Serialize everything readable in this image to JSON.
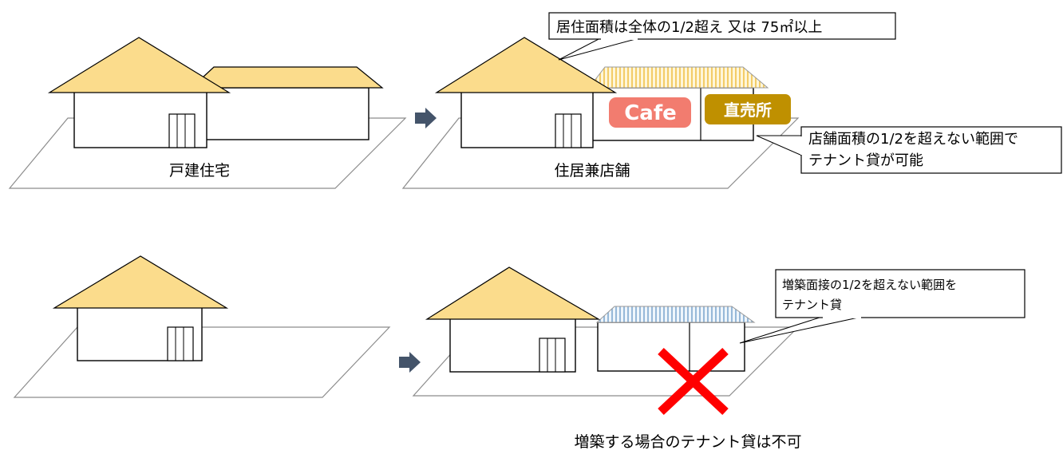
{
  "top_left": {
    "caption": "戸建住宅"
  },
  "top_right": {
    "caption": "住居兼店舗",
    "cafe_sign": "Cafe",
    "shop_sign": "直売所",
    "callout_residence": "居住面積は全体の1/2超え 又は 75㎡以上",
    "callout_tenant_line1": "店舗面積の1/2を超えない範囲で",
    "callout_tenant_line2": "テナント貸が可能"
  },
  "bottom_right": {
    "callout_extension_line1": "増築面接の1/2を超えない範囲を",
    "callout_extension_line2": "テナント貸",
    "caption": "増築する場合のテナント貸は不可"
  },
  "colors": {
    "roof": "#fbdc8c",
    "arrow": "#44546a",
    "cafe": "#f27c6f",
    "shop": "#bf9000",
    "cross": "#ff0000",
    "hatch_yellow": "#f5c842",
    "hatch_blue": "#8ab4d8"
  },
  "icons": [
    "right-arrow-icon",
    "prohibited-cross-icon"
  ]
}
